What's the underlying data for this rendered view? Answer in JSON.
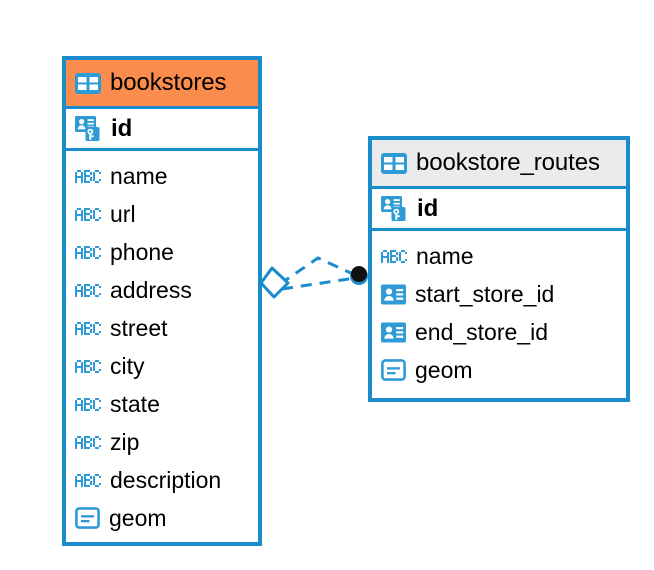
{
  "diagram": {
    "type": "entity-relationship-diagram",
    "background_color": "#ffffff",
    "accent_color": "#1A8BCB",
    "highlight_color": "#FA8C4E",
    "neutral_header_color": "#EBEBEB"
  },
  "entities": [
    {
      "name": "bookstores",
      "header_style": "orange",
      "table_icon": "table-icon",
      "primary_key": {
        "label": "id",
        "icon": "primary-key-icon"
      },
      "fields": [
        {
          "label": "name",
          "icon": "abc-text-icon"
        },
        {
          "label": "url",
          "icon": "abc-text-icon"
        },
        {
          "label": "phone",
          "icon": "abc-text-icon"
        },
        {
          "label": "address",
          "icon": "abc-text-icon"
        },
        {
          "label": "street",
          "icon": "abc-text-icon"
        },
        {
          "label": "city",
          "icon": "abc-text-icon"
        },
        {
          "label": "state",
          "icon": "abc-text-icon"
        },
        {
          "label": "zip",
          "icon": "abc-text-icon"
        },
        {
          "label": "description",
          "icon": "abc-text-icon"
        },
        {
          "label": "geom",
          "icon": "geometry-icon"
        }
      ]
    },
    {
      "name": "bookstore_routes",
      "header_style": "grey",
      "table_icon": "table-icon",
      "primary_key": {
        "label": "id",
        "icon": "primary-key-icon"
      },
      "fields": [
        {
          "label": "name",
          "icon": "abc-text-icon"
        },
        {
          "label": "start_store_id",
          "icon": "foreign-key-icon"
        },
        {
          "label": "end_store_id",
          "icon": "foreign-key-icon"
        },
        {
          "label": "geom",
          "icon": "geometry-icon"
        }
      ]
    }
  ],
  "relationship": {
    "line_style": "dashed",
    "line_color": "#1A8BCB",
    "source_endpoint": "diamond-endpoint",
    "target_endpoint": "filled-circle-endpoint",
    "target_endpoint_color": "#111111"
  }
}
